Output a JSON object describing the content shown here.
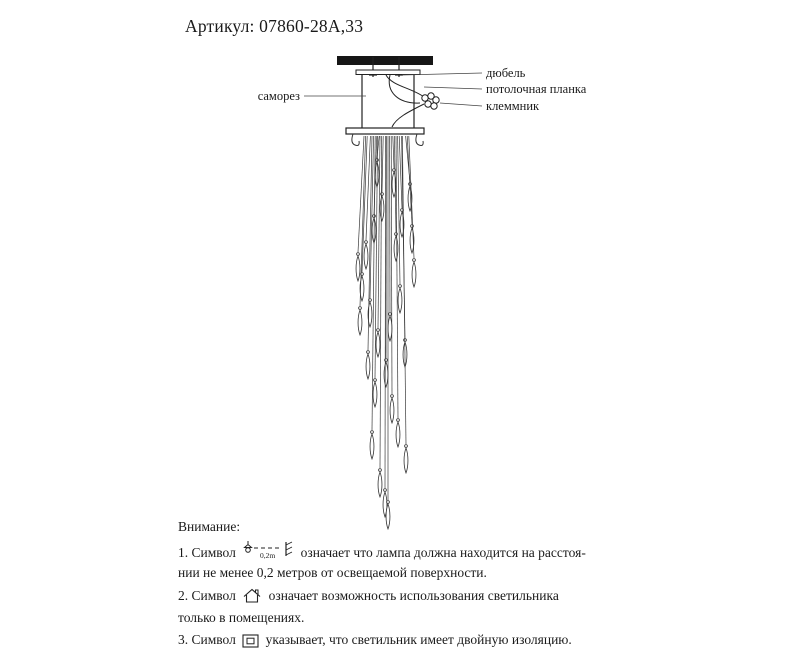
{
  "title": "Артикул: 07860-28А,33",
  "callouts": {
    "samorez": "саморез",
    "dyubel": "дюбель",
    "planka": "потолочная планка",
    "klemmnik": "клеммник"
  },
  "notes": {
    "heading": "Внимание:",
    "note1_prefix": "1. Символ",
    "note1_suffix": "означает что лампа должна находится на расстоя-",
    "note1_line2": "нии не менее 0,2 метров от освещаемой поверхности.",
    "note2_prefix": "2. Символ",
    "note2_suffix": "означает возможность использования светильника",
    "note2_line2": "только в помещениях.",
    "note3_prefix": "3. Символ",
    "note3_suffix": "указывает, что светильник имеет двойную изоляцию.",
    "distance_label": "0,2m"
  },
  "colors": {
    "ink": "#1a1a1a",
    "line": "#333333",
    "ceiling_fill": "#161616"
  }
}
